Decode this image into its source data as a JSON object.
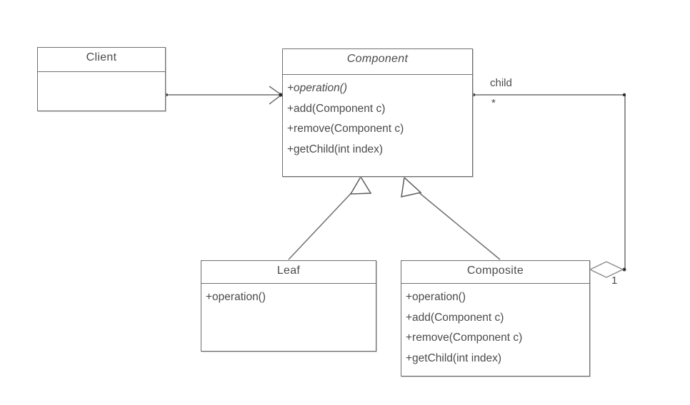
{
  "diagram": {
    "type": "uml-class-diagram",
    "pattern_name": "Composite",
    "background_color": "#ffffff",
    "line_color": "#6f6f6f",
    "text_color": "#4b4b4b"
  },
  "classes": [
    {
      "id": "client",
      "name": "Client",
      "abstract": false,
      "members": []
    },
    {
      "id": "component",
      "name": "Component",
      "abstract": true,
      "members": [
        {
          "text": "+operation()",
          "abstract": true
        },
        {
          "text": "+add(Component c)",
          "abstract": false
        },
        {
          "text": "+remove(Component c)",
          "abstract": false
        },
        {
          "text": "+getChild(int index)",
          "abstract": false
        }
      ]
    },
    {
      "id": "leaf",
      "name": "Leaf",
      "abstract": false,
      "members": [
        {
          "text": "+operation()",
          "abstract": false
        }
      ]
    },
    {
      "id": "composite",
      "name": "Composite",
      "abstract": false,
      "members": [
        {
          "text": "+operation()",
          "abstract": false
        },
        {
          "text": "+add(Component c)",
          "abstract": false
        },
        {
          "text": "+remove(Component c)",
          "abstract": false
        },
        {
          "text": "+getChild(int index)",
          "abstract": false
        }
      ]
    }
  ],
  "relationships": [
    {
      "id": "client-uses-component",
      "kind": "association",
      "from": "client",
      "to": "component",
      "arrow": "open-arrow"
    },
    {
      "id": "composite-aggregates-component",
      "kind": "aggregation",
      "from": "composite",
      "to": "component",
      "arrow": "hollow-diamond",
      "role_label": "child",
      "target_multiplicity": "*",
      "source_multiplicity": "1"
    },
    {
      "id": "leaf-extends-component",
      "kind": "generalization",
      "from": "leaf",
      "to": "component",
      "arrow": "hollow-triangle"
    },
    {
      "id": "composite-extends-component",
      "kind": "generalization",
      "from": "composite",
      "to": "component",
      "arrow": "hollow-triangle"
    }
  ],
  "labels": {
    "child": "child",
    "many": "*",
    "one": "1"
  }
}
